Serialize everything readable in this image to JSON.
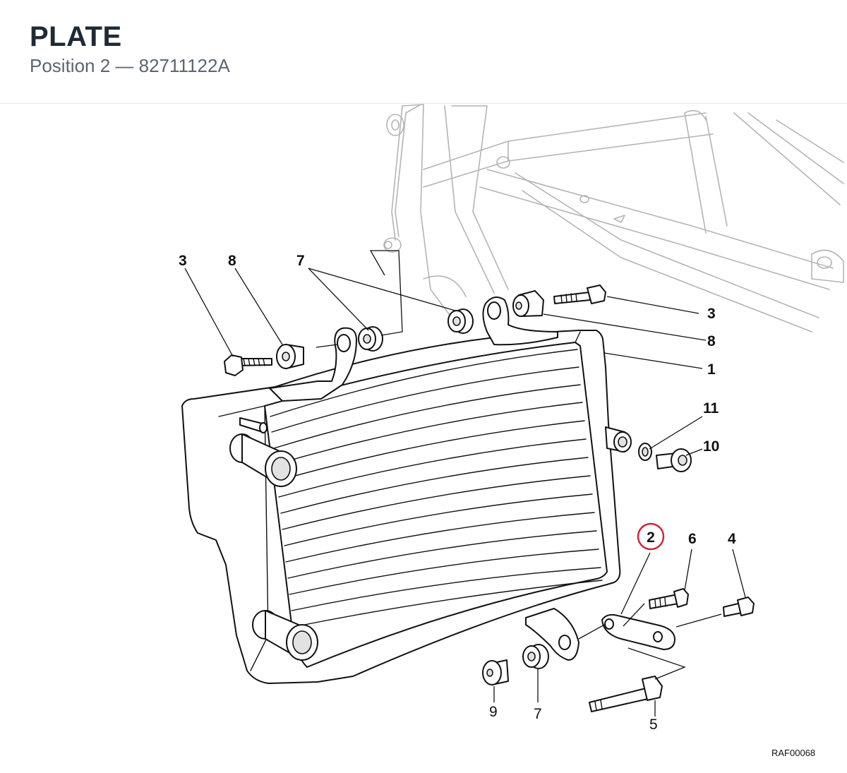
{
  "header": {
    "title": "PLATE",
    "subtitle": "Position 2 — 82711122A"
  },
  "diagram": {
    "reference_code": "RAF00068",
    "highlighted_callout": "2",
    "callouts": {
      "c3_left": "3",
      "c8_left": "8",
      "c7_top": "7",
      "c3_right": "3",
      "c8_right": "8",
      "c1": "1",
      "c11": "11",
      "c10": "10",
      "c2": "2",
      "c6": "6",
      "c4": "4",
      "c9": "9",
      "c7_bottom": "7",
      "c5": "5"
    }
  }
}
